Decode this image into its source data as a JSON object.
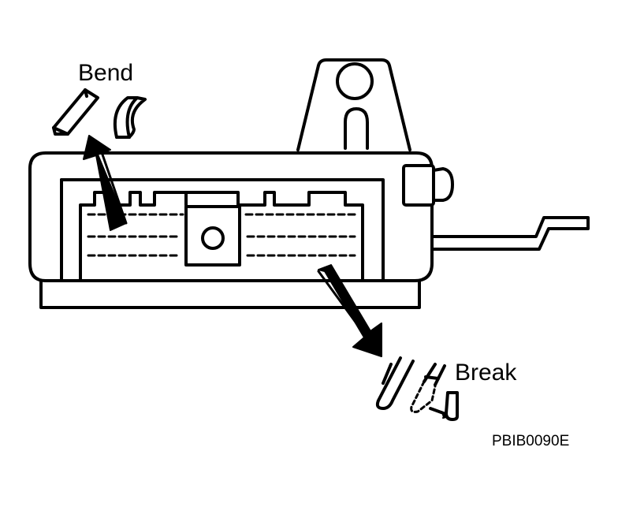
{
  "labels": {
    "bend": "Bend",
    "break": "Break",
    "figure_code": "PBIB0090E"
  },
  "colors": {
    "line": "#000000",
    "background": "#ffffff"
  },
  "icons": [
    "bend-arrow-icon",
    "break-arrow-icon"
  ]
}
